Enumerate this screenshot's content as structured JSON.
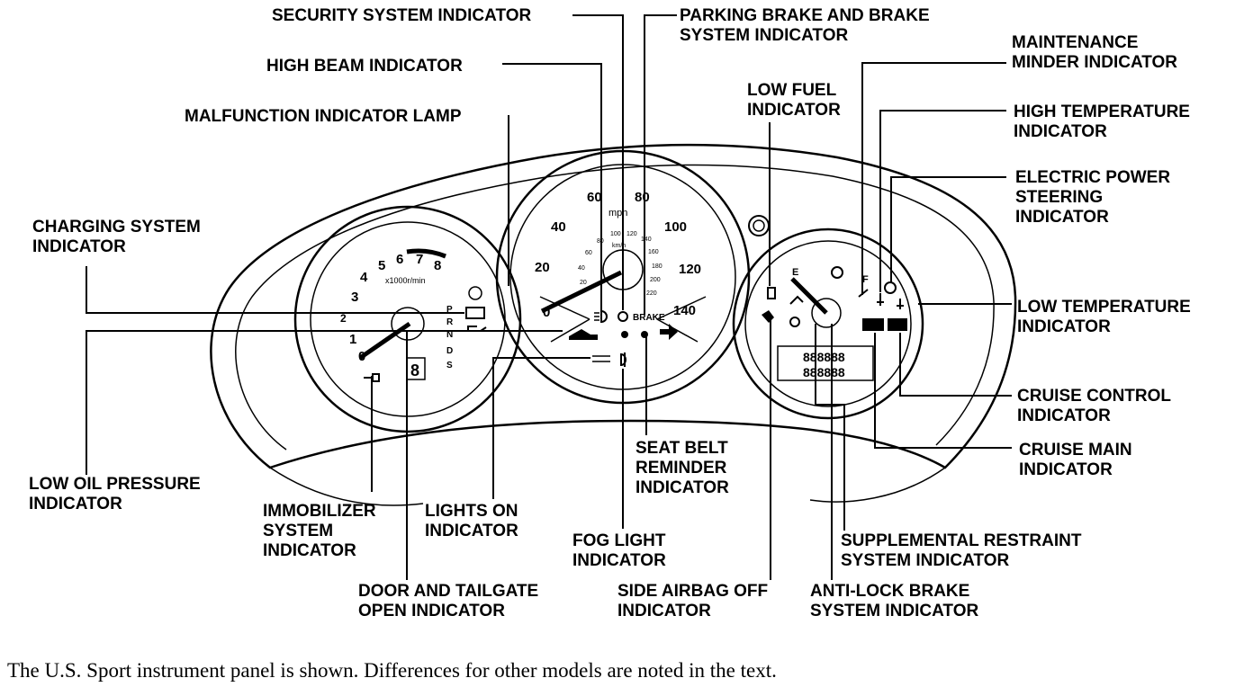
{
  "callouts": [
    {
      "id": "security",
      "lines": [
        "SECURITY SYSTEM INDICATOR"
      ]
    },
    {
      "id": "parking",
      "lines": [
        "PARKING BRAKE AND BRAKE",
        "SYSTEM INDICATOR"
      ]
    },
    {
      "id": "maintenance",
      "lines": [
        "MAINTENANCE",
        "MINDER INDICATOR"
      ]
    },
    {
      "id": "highbeam",
      "lines": [
        "HIGH BEAM INDICATOR"
      ]
    },
    {
      "id": "lowfuel",
      "lines": [
        "LOW FUEL",
        "INDICATOR"
      ]
    },
    {
      "id": "hightemp",
      "lines": [
        "HIGH TEMPERATURE",
        "INDICATOR"
      ]
    },
    {
      "id": "malfunction",
      "lines": [
        "MALFUNCTION INDICATOR LAMP"
      ]
    },
    {
      "id": "eps",
      "lines": [
        "ELECTRIC POWER",
        "STEERING",
        "INDICATOR"
      ]
    },
    {
      "id": "charging",
      "lines": [
        "CHARGING SYSTEM",
        "INDICATOR"
      ]
    },
    {
      "id": "lowtemp",
      "lines": [
        "LOW TEMPERATURE",
        "INDICATOR"
      ]
    },
    {
      "id": "cruisecontrol",
      "lines": [
        "CRUISE CONTROL",
        "INDICATOR"
      ]
    },
    {
      "id": "cruisemain",
      "lines": [
        "CRUISE MAIN",
        "INDICATOR"
      ]
    },
    {
      "id": "seatbelt",
      "lines": [
        "SEAT BELT",
        "REMINDER",
        "INDICATOR"
      ]
    },
    {
      "id": "lowoil",
      "lines": [
        "LOW OIL PRESSURE",
        "INDICATOR"
      ]
    },
    {
      "id": "immobilizer",
      "lines": [
        "IMMOBILIZER",
        "SYSTEM",
        "INDICATOR"
      ]
    },
    {
      "id": "lightson",
      "lines": [
        "LIGHTS ON",
        "INDICATOR"
      ]
    },
    {
      "id": "foglight",
      "lines": [
        "FOG LIGHT",
        "INDICATOR"
      ]
    },
    {
      "id": "srs",
      "lines": [
        "SUPPLEMENTAL RESTRAINT",
        "SYSTEM INDICATOR"
      ]
    },
    {
      "id": "door",
      "lines": [
        "DOOR AND TAILGATE",
        "OPEN INDICATOR"
      ]
    },
    {
      "id": "sideairbag",
      "lines": [
        "SIDE AIRBAG OFF",
        "INDICATOR"
      ]
    },
    {
      "id": "abs",
      "lines": [
        "ANTI-LOCK BRAKE",
        "SYSTEM INDICATOR"
      ]
    }
  ],
  "speedometer": {
    "numbers": [
      "20",
      "40",
      "60",
      "80",
      "100",
      "120",
      "140",
      "0"
    ],
    "unit": "mph",
    "kmh_numbers": [
      "20",
      "40",
      "60",
      "80",
      "100",
      "120",
      "140",
      "160",
      "180",
      "200",
      "220"
    ],
    "kmh_unit": "km/h",
    "brake_text": "BRAKE"
  },
  "tachometer": {
    "numbers": [
      "0",
      "1",
      "2",
      "3",
      "4",
      "5",
      "6",
      "7",
      "8"
    ],
    "unit": "x1000r/min",
    "gears": [
      "P",
      "R",
      "N",
      "D",
      "S"
    ],
    "gear_display": "8"
  },
  "fuelgauge": {
    "empty": "E",
    "full": "F",
    "odometer": [
      "888888",
      "888888"
    ]
  },
  "caption": "The U.S. Sport instrument panel is shown. Differences for other models are noted in the text."
}
